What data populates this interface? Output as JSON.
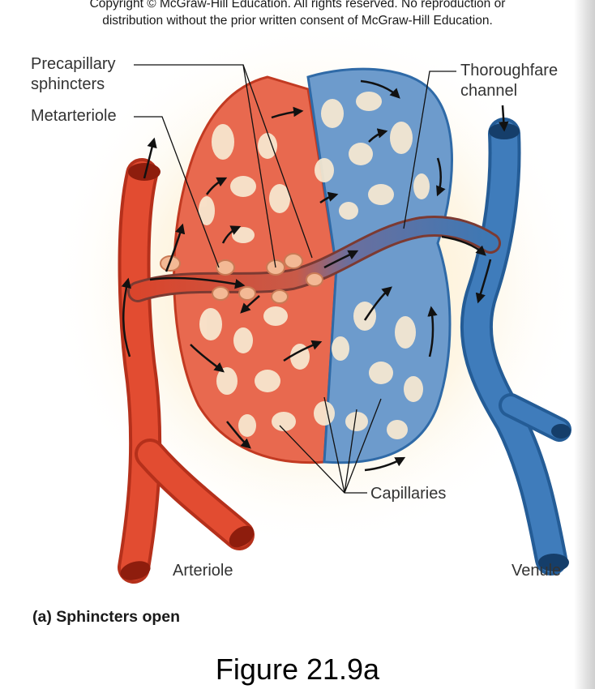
{
  "header": {
    "copyright_line1": "Copyright © McGraw-Hill Education. All rights reserved. No reproduction or",
    "copyright_line2": "distribution without the prior written consent of McGraw-Hill Education."
  },
  "labels": {
    "precapillary_line1": "Precapillary",
    "precapillary_line2": "sphincters",
    "metarteriole": "Metarteriole",
    "thoroughfare_line1": "Thoroughfare",
    "thoroughfare_line2": "channel",
    "capillaries": "Capillaries",
    "arteriole": "Arteriole",
    "venule": "Venule"
  },
  "caption": "(a) Sphincters open",
  "figure_title": "Figure 21.9a",
  "colors": {
    "arterial": "#d9452c",
    "venous": "#3d78b4",
    "sphincter": "#f0b08e",
    "glow": "#fbe5b4"
  }
}
